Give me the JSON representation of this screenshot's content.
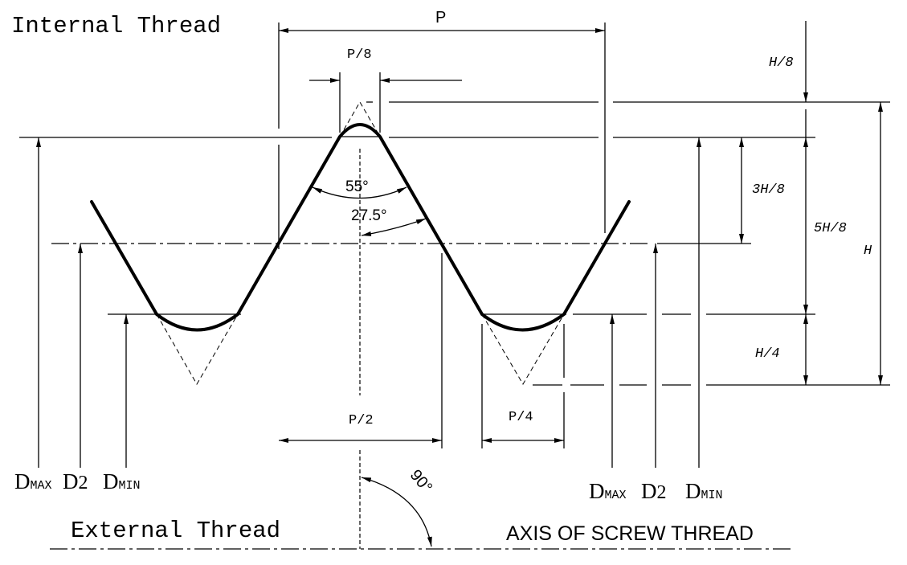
{
  "diagram": {
    "title_internal": "Internal Thread",
    "title_external": "External Thread",
    "axis_label": "AXIS OF SCREW THREAD",
    "pitch_label": "P",
    "crest_flat_label": "P/8",
    "half_pitch_label": "P/2",
    "root_width_label": "P/4",
    "thread_angle_label": "55°",
    "half_angle_label": "27.5°",
    "perpendicular_angle_label": "90°",
    "heights": {
      "h8": "H/8",
      "h3_8": "3H/8",
      "h5_8": "5H/8",
      "h": "H",
      "h4": "H/4"
    },
    "left_diameters": {
      "d_max": "D",
      "d_max_sub": "MAX",
      "d2": "D",
      "d2_sub": "2",
      "d_min": "D",
      "d_min_sub": "MIN"
    },
    "right_diameters": {
      "d_max": "D",
      "d_max_sub": "MAX",
      "d2": "D",
      "d2_sub": "2",
      "d_min": "D",
      "d_min_sub": "MIN"
    }
  }
}
